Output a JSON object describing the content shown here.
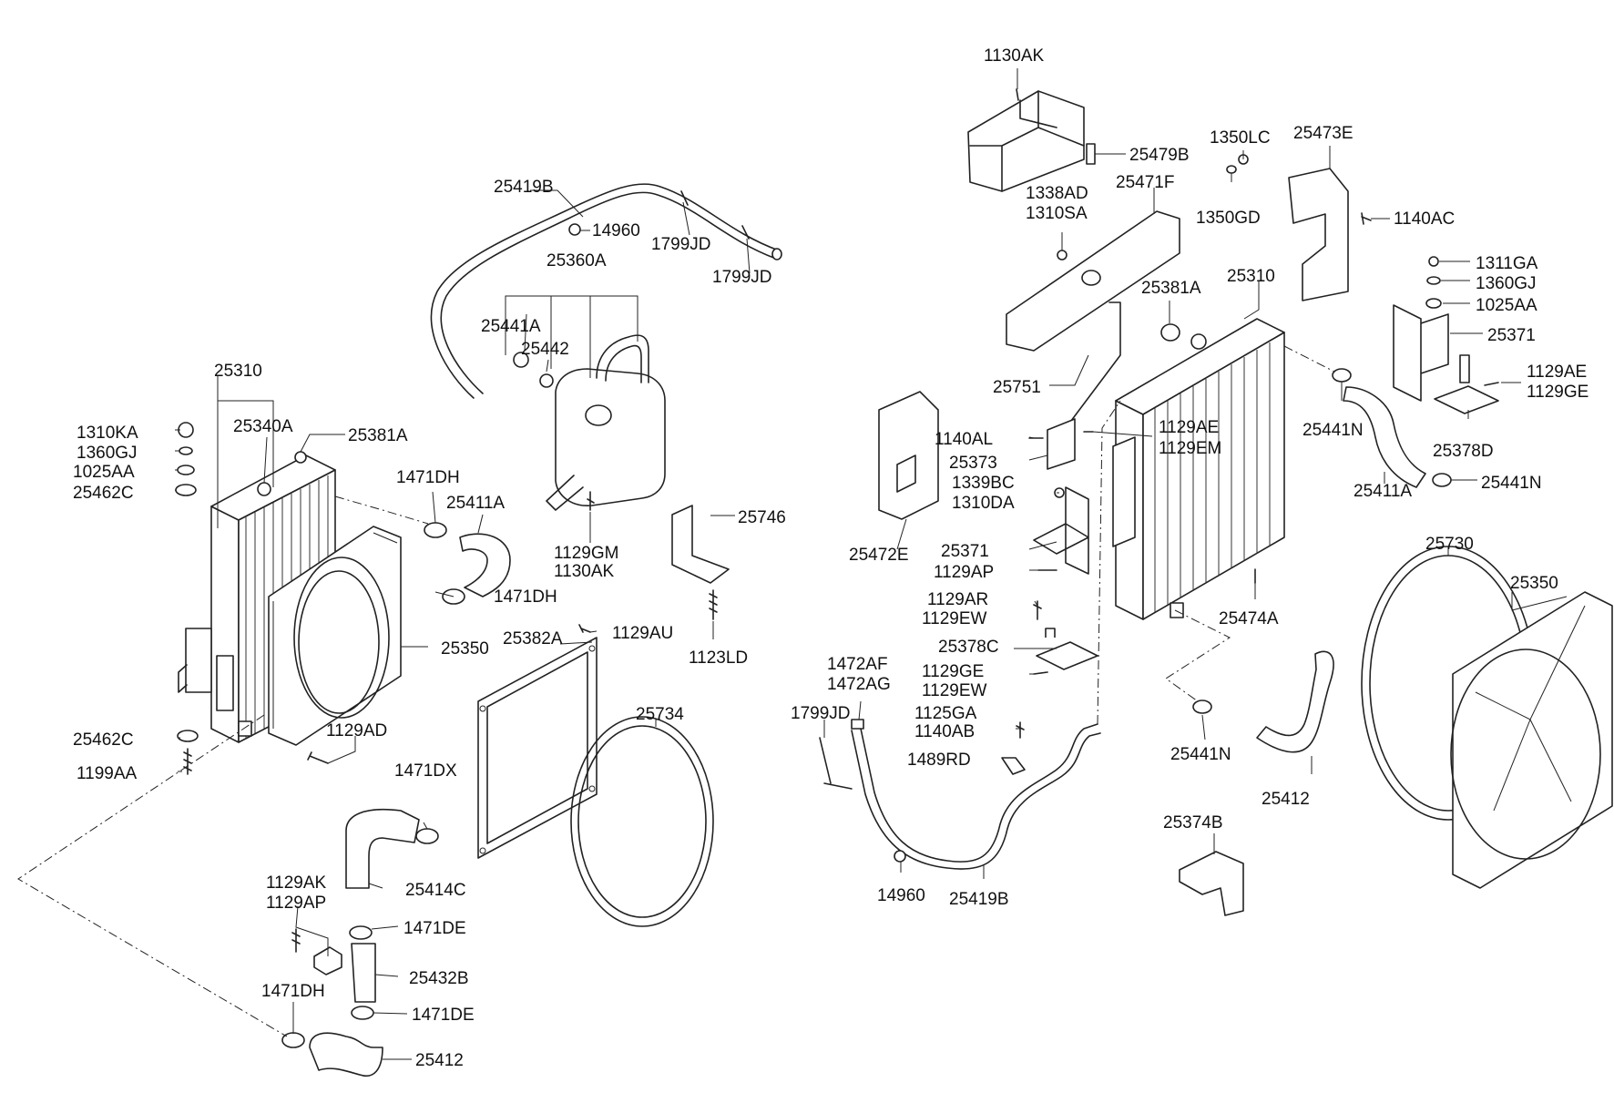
{
  "labels": [
    {
      "id": "1130AK_top",
      "text": "1130AK"
    },
    {
      "id": "25479B",
      "text": "25479B"
    },
    {
      "id": "1350LC",
      "text": "1350LC"
    },
    {
      "id": "25473E",
      "text": "25473E"
    },
    {
      "id": "1350GD",
      "text": "1350GD"
    },
    {
      "id": "1140AC",
      "text": "1140AC"
    },
    {
      "id": "1338AD",
      "text": "1338AD"
    },
    {
      "id": "1310SA",
      "text": "1310SA"
    },
    {
      "id": "25471F",
      "text": "25471F"
    },
    {
      "id": "25419B_top",
      "text": "25419B"
    },
    {
      "id": "14960_top",
      "text": "14960"
    },
    {
      "id": "1799JD_a",
      "text": "1799JD"
    },
    {
      "id": "1799JD_b",
      "text": "1799JD"
    },
    {
      "id": "25360A",
      "text": "25360A"
    },
    {
      "id": "25441A",
      "text": "25441A"
    },
    {
      "id": "25442",
      "text": "25442"
    },
    {
      "id": "25381A_r",
      "text": "25381A"
    },
    {
      "id": "25310_r",
      "text": "25310"
    },
    {
      "id": "1311GA",
      "text": "1311GA"
    },
    {
      "id": "1360GJ_r",
      "text": "1360GJ"
    },
    {
      "id": "1025AA_r",
      "text": "1025AA"
    },
    {
      "id": "25371_r",
      "text": "25371"
    },
    {
      "id": "25751",
      "text": "25751"
    },
    {
      "id": "1129AE_r",
      "text": "1129AE"
    },
    {
      "id": "1129GE_r",
      "text": "1129GE"
    },
    {
      "id": "25310_l",
      "text": "25310"
    },
    {
      "id": "25340A",
      "text": "25340A"
    },
    {
      "id": "25381A_l",
      "text": "25381A"
    },
    {
      "id": "1310KA",
      "text": "1310KA"
    },
    {
      "id": "1360GJ_l",
      "text": "1360GJ"
    },
    {
      "id": "1025AA_l",
      "text": "1025AA"
    },
    {
      "id": "25462C_top",
      "text": "25462C"
    },
    {
      "id": "1471DH_a",
      "text": "1471DH"
    },
    {
      "id": "25411A_l",
      "text": "25411A"
    },
    {
      "id": "1140AL",
      "text": "1140AL"
    },
    {
      "id": "1129AE_m",
      "text": "1129AE"
    },
    {
      "id": "1129EM",
      "text": "1129EM"
    },
    {
      "id": "25373",
      "text": "25373"
    },
    {
      "id": "25441N_a",
      "text": "25441N"
    },
    {
      "id": "25378D",
      "text": "25378D"
    },
    {
      "id": "1339BC",
      "text": "1339BC"
    },
    {
      "id": "1310DA",
      "text": "1310DA"
    },
    {
      "id": "25411A_r",
      "text": "25411A"
    },
    {
      "id": "25441N_b",
      "text": "25441N"
    },
    {
      "id": "1129GM",
      "text": "1129GM"
    },
    {
      "id": "1130AK_mid",
      "text": "1130AK"
    },
    {
      "id": "25746",
      "text": "25746"
    },
    {
      "id": "25472E",
      "text": "25472E"
    },
    {
      "id": "25371_m",
      "text": "25371"
    },
    {
      "id": "25730",
      "text": "25730"
    },
    {
      "id": "1471DH_b",
      "text": "1471DH"
    },
    {
      "id": "1129AP_m",
      "text": "1129AP"
    },
    {
      "id": "25350_r",
      "text": "25350"
    },
    {
      "id": "25474A",
      "text": "25474A"
    },
    {
      "id": "1129AR",
      "text": "1129AR"
    },
    {
      "id": "1129EW_a",
      "text": "1129EW"
    },
    {
      "id": "25382A",
      "text": "25382A"
    },
    {
      "id": "1129AU",
      "text": "1129AU"
    },
    {
      "id": "25350_l",
      "text": "25350"
    },
    {
      "id": "1123LD",
      "text": "1123LD"
    },
    {
      "id": "25378C",
      "text": "25378C"
    },
    {
      "id": "1472AF",
      "text": "1472AF"
    },
    {
      "id": "1472AG",
      "text": "1472AG"
    },
    {
      "id": "1129GE_m",
      "text": "1129GE"
    },
    {
      "id": "1129EW_b",
      "text": "1129EW"
    },
    {
      "id": "1799JD_c",
      "text": "1799JD"
    },
    {
      "id": "25734",
      "text": "25734"
    },
    {
      "id": "1125GA",
      "text": "1125GA"
    },
    {
      "id": "1140AB",
      "text": "1140AB"
    },
    {
      "id": "25462C_bot",
      "text": "25462C"
    },
    {
      "id": "1129AD",
      "text": "1129AD"
    },
    {
      "id": "1489RD",
      "text": "1489RD"
    },
    {
      "id": "25441N_c",
      "text": "25441N"
    },
    {
      "id": "1199AA",
      "text": "1199AA"
    },
    {
      "id": "1471DX",
      "text": "1471DX"
    },
    {
      "id": "25412_r",
      "text": "25412"
    },
    {
      "id": "25374B",
      "text": "25374B"
    },
    {
      "id": "1129AK",
      "text": "1129AK"
    },
    {
      "id": "25414C",
      "text": "25414C"
    },
    {
      "id": "1129AP_l",
      "text": "1129AP"
    },
    {
      "id": "14960_bot",
      "text": "14960"
    },
    {
      "id": "25419B_bot",
      "text": "25419B"
    },
    {
      "id": "1471DE_a",
      "text": "1471DE"
    },
    {
      "id": "25432B",
      "text": "25432B"
    },
    {
      "id": "1471DH_c",
      "text": "1471DH"
    },
    {
      "id": "1471DE_b",
      "text": "1471DE"
    },
    {
      "id": "25412_l",
      "text": "25412"
    }
  ]
}
